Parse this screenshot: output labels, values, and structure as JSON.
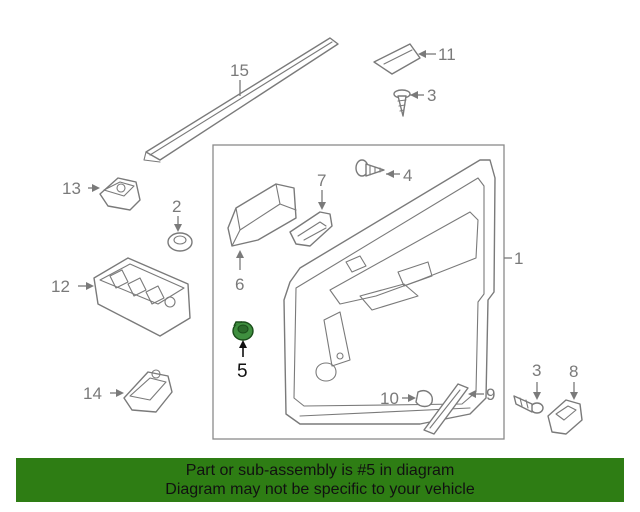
{
  "diagram": {
    "callouts": {
      "c1": "1",
      "c2": "2",
      "c3a": "3",
      "c3b": "3",
      "c4": "4",
      "c5": "5",
      "c6": "6",
      "c7": "7",
      "c8": "8",
      "c9": "9",
      "c10": "10",
      "c11": "11",
      "c12": "12",
      "c13": "13",
      "c14": "14",
      "c15": "15"
    },
    "highlighted_part": "5",
    "highlight_color": "#3f8f3f"
  },
  "banner": {
    "line1": "Part or sub-assembly is #5 in diagram",
    "line2": "Diagram may not be specific to your vehicle",
    "background": "#2e7d14"
  }
}
